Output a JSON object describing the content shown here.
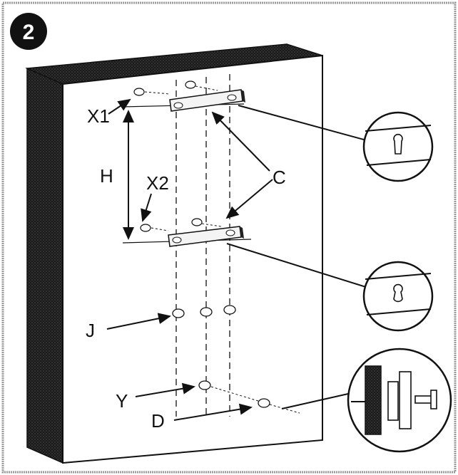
{
  "step": {
    "number": "2"
  },
  "labels": {
    "x1": "X1",
    "x2": "X2",
    "h": "H",
    "c": "C",
    "j": "J",
    "y": "Y",
    "d": "D"
  },
  "colors": {
    "frame_border": "#9a9a9a",
    "wall_shadow": "#2a2a2a",
    "line": "#111111"
  },
  "icons": {
    "keyhole_top": "keyhole-slot-icon",
    "keyhole_bottom": "keyhole-slot-icon",
    "screw_detail": "screw-mount-detail-icon"
  }
}
